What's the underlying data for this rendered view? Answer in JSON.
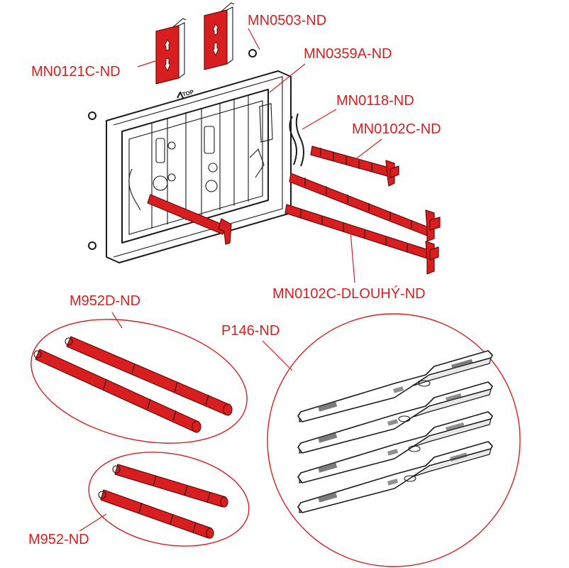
{
  "colors": {
    "accent": "#d81e1e",
    "outline": "#1a1a1a",
    "background": "#ffffff"
  },
  "labels": {
    "mn0503": "MN0503-ND",
    "mn0121c": "MN0121C-ND",
    "mn0359a": "MN0359A-ND",
    "mn0118": "MN0118-ND",
    "mn0102c": "MN0102C-ND",
    "mn0102c_dlouhy": "MN0102C-DLOUHÝ-ND",
    "m952d": "M952D-ND",
    "p146": "P146-ND",
    "m952": "M952-ND"
  },
  "frame_marking": "TOP"
}
